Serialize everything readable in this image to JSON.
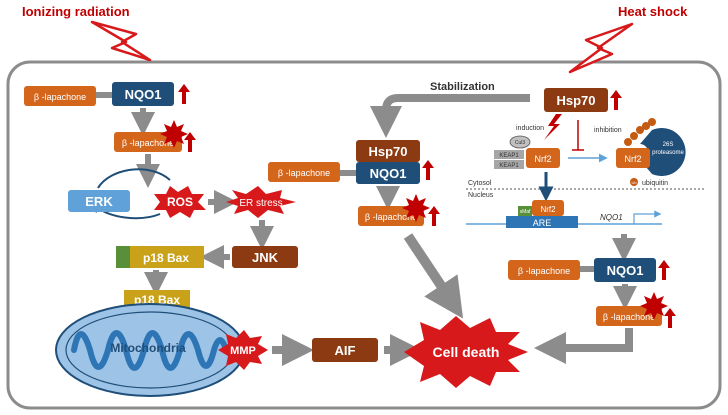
{
  "triggers": {
    "ionizing": "Ionizing radiation",
    "heat": "Heat shock"
  },
  "left": {
    "lapachone": "β -lapachone",
    "nqo1": "NQO1",
    "lapachone_active": "β -lapachone",
    "erk": "ERK",
    "ros": "ROS",
    "er_stress": "ER stress",
    "jnk": "JNK",
    "p18_top": "p18 Bax",
    "p18_bottom": "p18 Bax",
    "mito": "Mitochondria",
    "mmp": "MMP",
    "aif": "AIF",
    "cell_death": "Cell death"
  },
  "middle": {
    "stabilization": "Stabilization",
    "hsp70": "Hsp70",
    "nqo1": "NQO1",
    "lapachone": "β -lapachone",
    "lapachone_active": "β -lapachone"
  },
  "right": {
    "hsp70": "Hsp70",
    "induction": "induction",
    "inhibition": "inhibition",
    "cul3": "Cul3",
    "keap1_a": "KEAP1",
    "keap1_b": "KEAP1",
    "nrf2": "Nrf2",
    "nrf2_deg": "Nrf2",
    "proteasome_a": "26S",
    "proteasome_b": "proteasome",
    "ub": "Ub",
    "ubiquitin": "ubiquitin",
    "cytosol": "Cytosol",
    "nucleus": "Nucleus",
    "smaf": "sMaf",
    "nrf2_nuc": "Nrf2",
    "are": "ARE",
    "gene": "NQO1",
    "nqo1": "NQO1",
    "lapachone": "β -lapachone",
    "lapachone_active": "β -lapachone"
  },
  "colors": {
    "orange": "#d4661c",
    "navy": "#1f4e79",
    "brown": "#8b3a12",
    "red": "#c00000",
    "burst": "#d7191c",
    "gold": "#c9a21a",
    "green": "#5a8f3a",
    "erk": "#5fa1d8",
    "mito": "#9dc3e6",
    "grey": "#8c8c8c"
  }
}
